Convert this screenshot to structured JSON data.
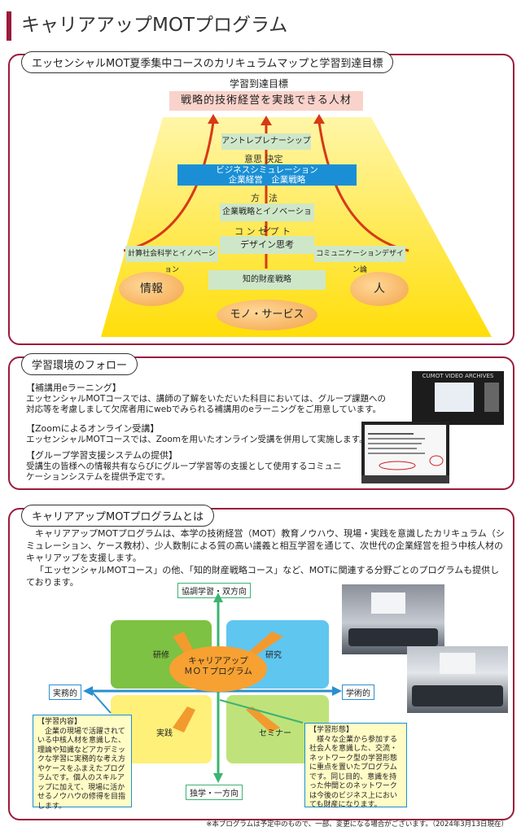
{
  "page": {
    "title": "キャリアアップMOTプログラム",
    "accent_color": "#9b1b3c"
  },
  "curriculum": {
    "panel_title": "エッセンシャルMOT夏季集中コースのカリキュラムマップと学習到達目標",
    "goal_heading": "学習到達目標",
    "goal": "戦略的技術経営を実践できる人材",
    "entrepreneurship": "アントレプレナーシップ",
    "decision_label": "意思  決定",
    "simulation_title": "ビジネスシミュレーション",
    "simulation_sub": "企業経営　企業戦略",
    "method_label": "方　法",
    "strategy_innovation": "企業戦略とイノベーション",
    "concept_label": "コ ン セ プ ト",
    "design_thinking": "デザイン思考",
    "computational_social": "計算社会科学とイノベーション",
    "communication_design": "コミュニケーションデザイン論",
    "ip_strategy": "知的財産戦略",
    "info": "情報",
    "people": "人",
    "goods_services": "モノ・サービス"
  },
  "followup": {
    "panel_title": "学習環境のフォロー",
    "items": [
      {
        "heading": "【補講用eラーニング】",
        "lines": [
          "エッセンシャルMOTコースでは、講師の了解をいただいた科目においては、グループ課題への",
          "対応等を考慮しまして欠席者用にwebでみられる補講用のeラーニングをご用意しています。"
        ]
      },
      {
        "heading": "【Zoomによるオンライン受講】",
        "lines": [
          "エッセンシャルMOTコースでは、Zoomを用いたオンライン受講を併用して実施します。"
        ]
      },
      {
        "heading": "【グループ学習支援システムの提供】",
        "lines": [
          "受講生の皆様への情報共有ならびにグループ学習等の支援として使用するコミュニ",
          "ケーションシステムを提供予定です。"
        ]
      }
    ],
    "video_archive_title": "CUMOT VIDEO ARCHIVES"
  },
  "about": {
    "panel_title": "キャリアアップMOTプログラムとは",
    "para1": "キャリアアップMOTプログラムは、本学の技術経営（MOT）教育ノウハウ、現場・実践を意識したカリキュラム（シミュレーション、ケース教材）、少人数制による質の高い議義と相互学習を通じて、次世代の企業経営を担う中核人材のキャリアップを支援します。",
    "para2": "「エッセンシャルMOTコース」の他、「知的財産戦略コース」など、MOTに関連する分野ごとのプログラムも提供しております。",
    "center_line1": "キャリアアップ",
    "center_line2": "ＭＯＴプログラム",
    "axis_top": "協調学習・双方向",
    "axis_bottom": "独学・一方向",
    "axis_left": "実務的",
    "axis_right": "学術的",
    "quad_training": "研修",
    "quad_research": "研究",
    "quad_practice": "実践",
    "quad_seminar": "セミナー",
    "content_note": {
      "heading": "【学習内容】",
      "text": "企業の現場で活躍されている中核人材を意識した、理論や知識などアカデミックな学習に実務的な考え方やケースをふまえたプログラムです。個人のスキルアップに加えて、現場に活かせるノウハウの修得を目指します。"
    },
    "style_note": {
      "heading": "【学習形態】",
      "text": "様々な企業から参加する社会人を意識した、交流・ネットワーク型の学習形態に重点を置いたプログラムです。同じ目的、意識を持った仲間とのネットワークは今後のビジネス上においても財産になります。"
    }
  },
  "footer": "※本プログラムは予定中のもので、一部、変更になる場合がございます。（2024年3月13日現在）"
}
